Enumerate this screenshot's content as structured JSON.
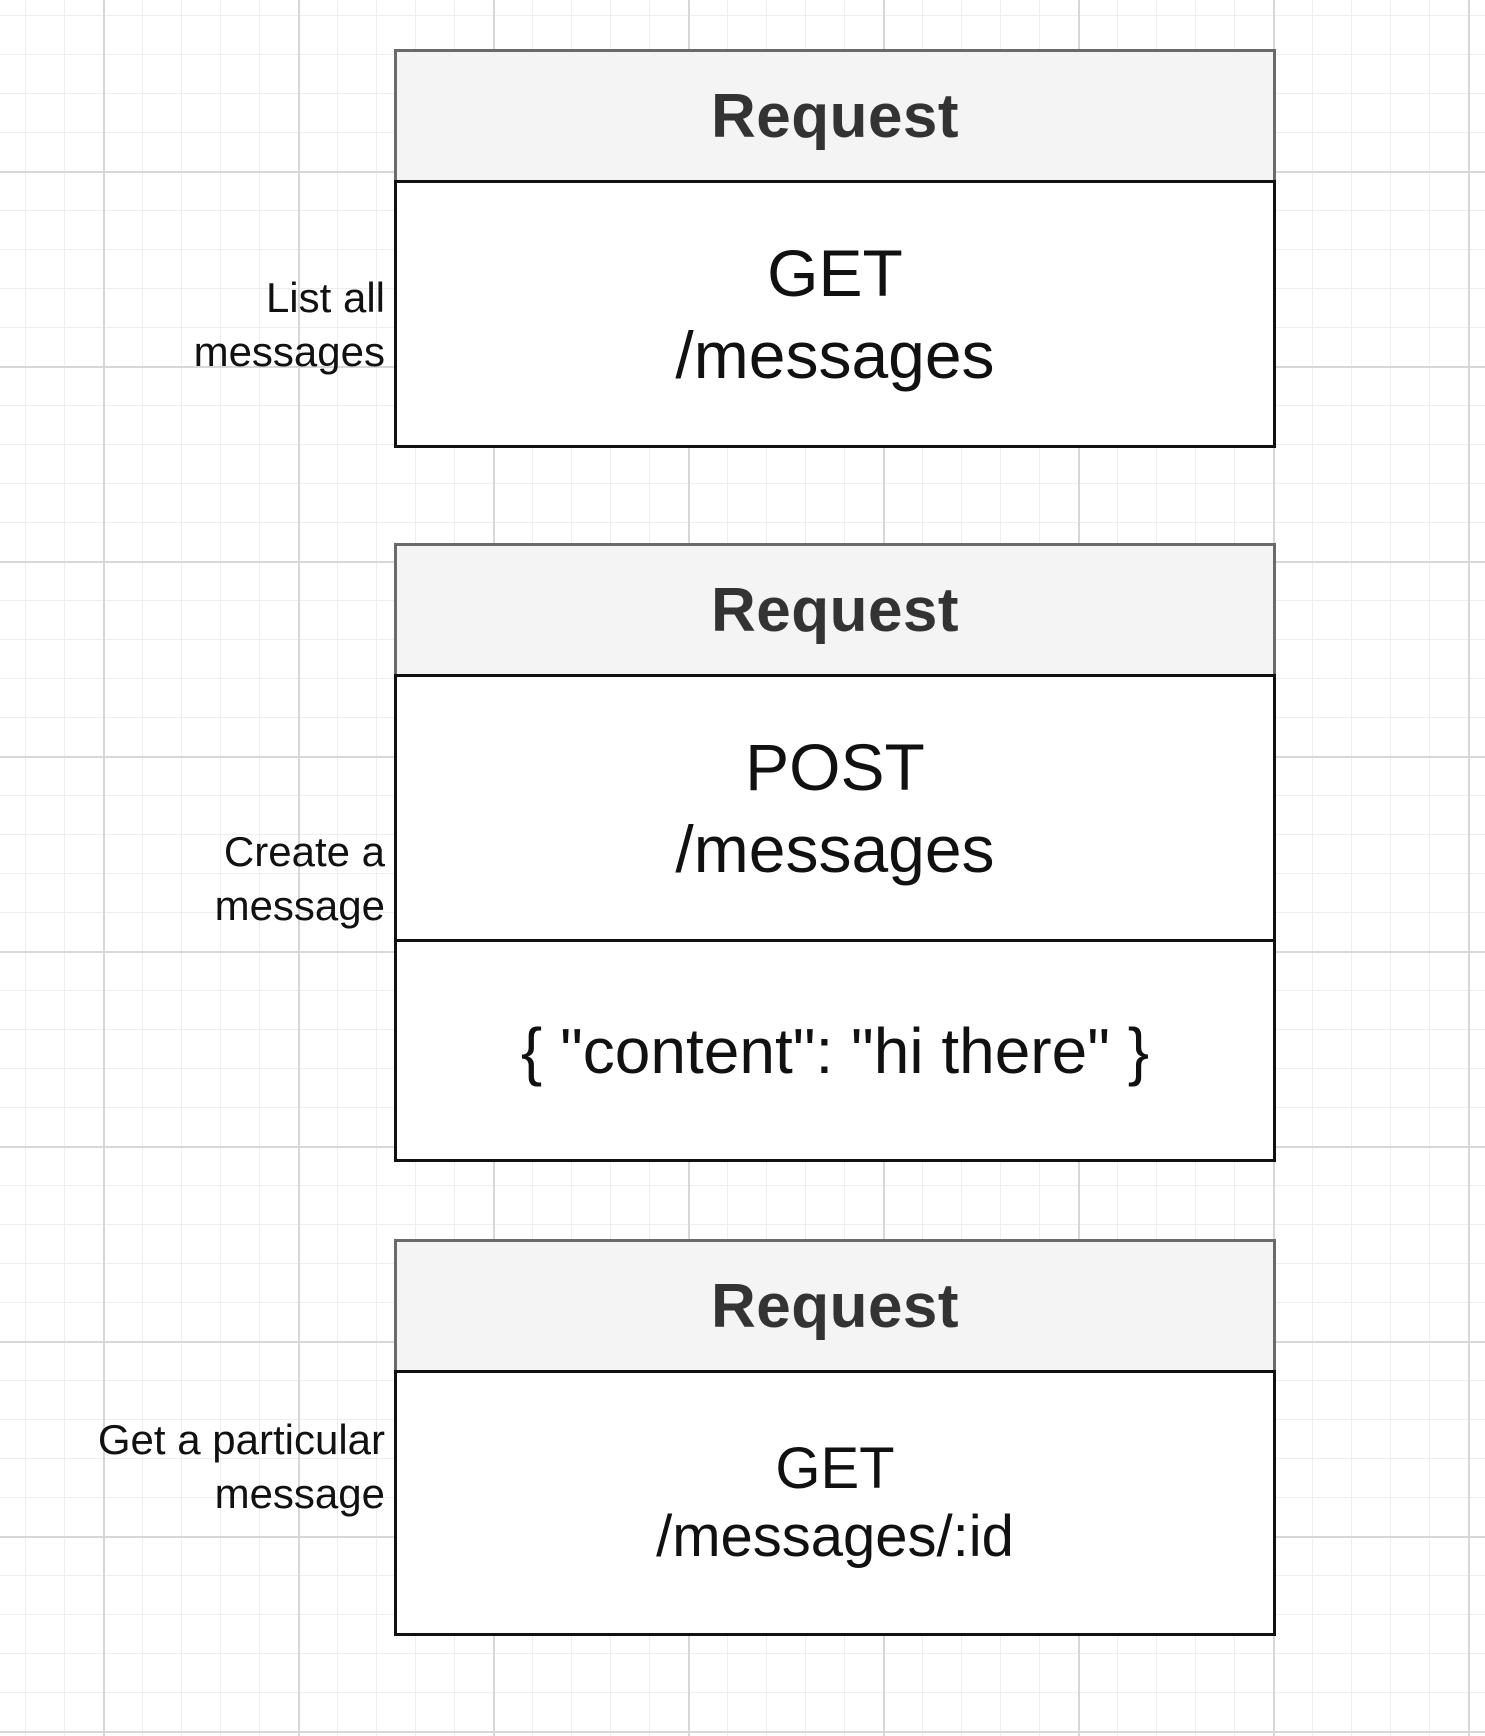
{
  "requests": [
    {
      "label_lines": [
        "List all",
        "messages"
      ],
      "header": "Request",
      "method": "GET",
      "path": "/messages"
    },
    {
      "label_lines": [
        "Create a",
        "message"
      ],
      "header": "Request",
      "method": "POST",
      "path": "/messages",
      "body": "{ \"content\": \"hi there\" }"
    },
    {
      "label_lines": [
        "Get a particular",
        "message"
      ],
      "header": "Request",
      "method": "GET",
      "path": "/messages/:id"
    }
  ]
}
